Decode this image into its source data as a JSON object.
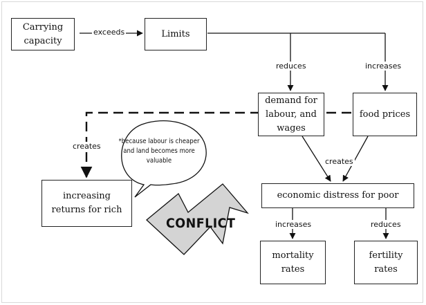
{
  "nodes": {
    "carrying_capacity": "Carrying capacity",
    "limits": "Limits",
    "demand": "demand for labour, and wages",
    "food_prices": "food prices",
    "returns": "increasing returns for rich",
    "distress": "economic distress for poor",
    "mortality": "mortality rates",
    "fertility": "fertility rates"
  },
  "edges": {
    "exceeds": "exceeds",
    "reduces_top": "reduces",
    "increases_top": "increases",
    "creates_left": "creates",
    "creates_center": "creates",
    "increases_bottom": "increases",
    "reduces_bottom": "reduces"
  },
  "note": "*because labour is cheaper and land becomes more valuable",
  "conflict": "CONFLICT",
  "colors": {
    "line": "#111111",
    "lightning": "#d4d4d4"
  }
}
